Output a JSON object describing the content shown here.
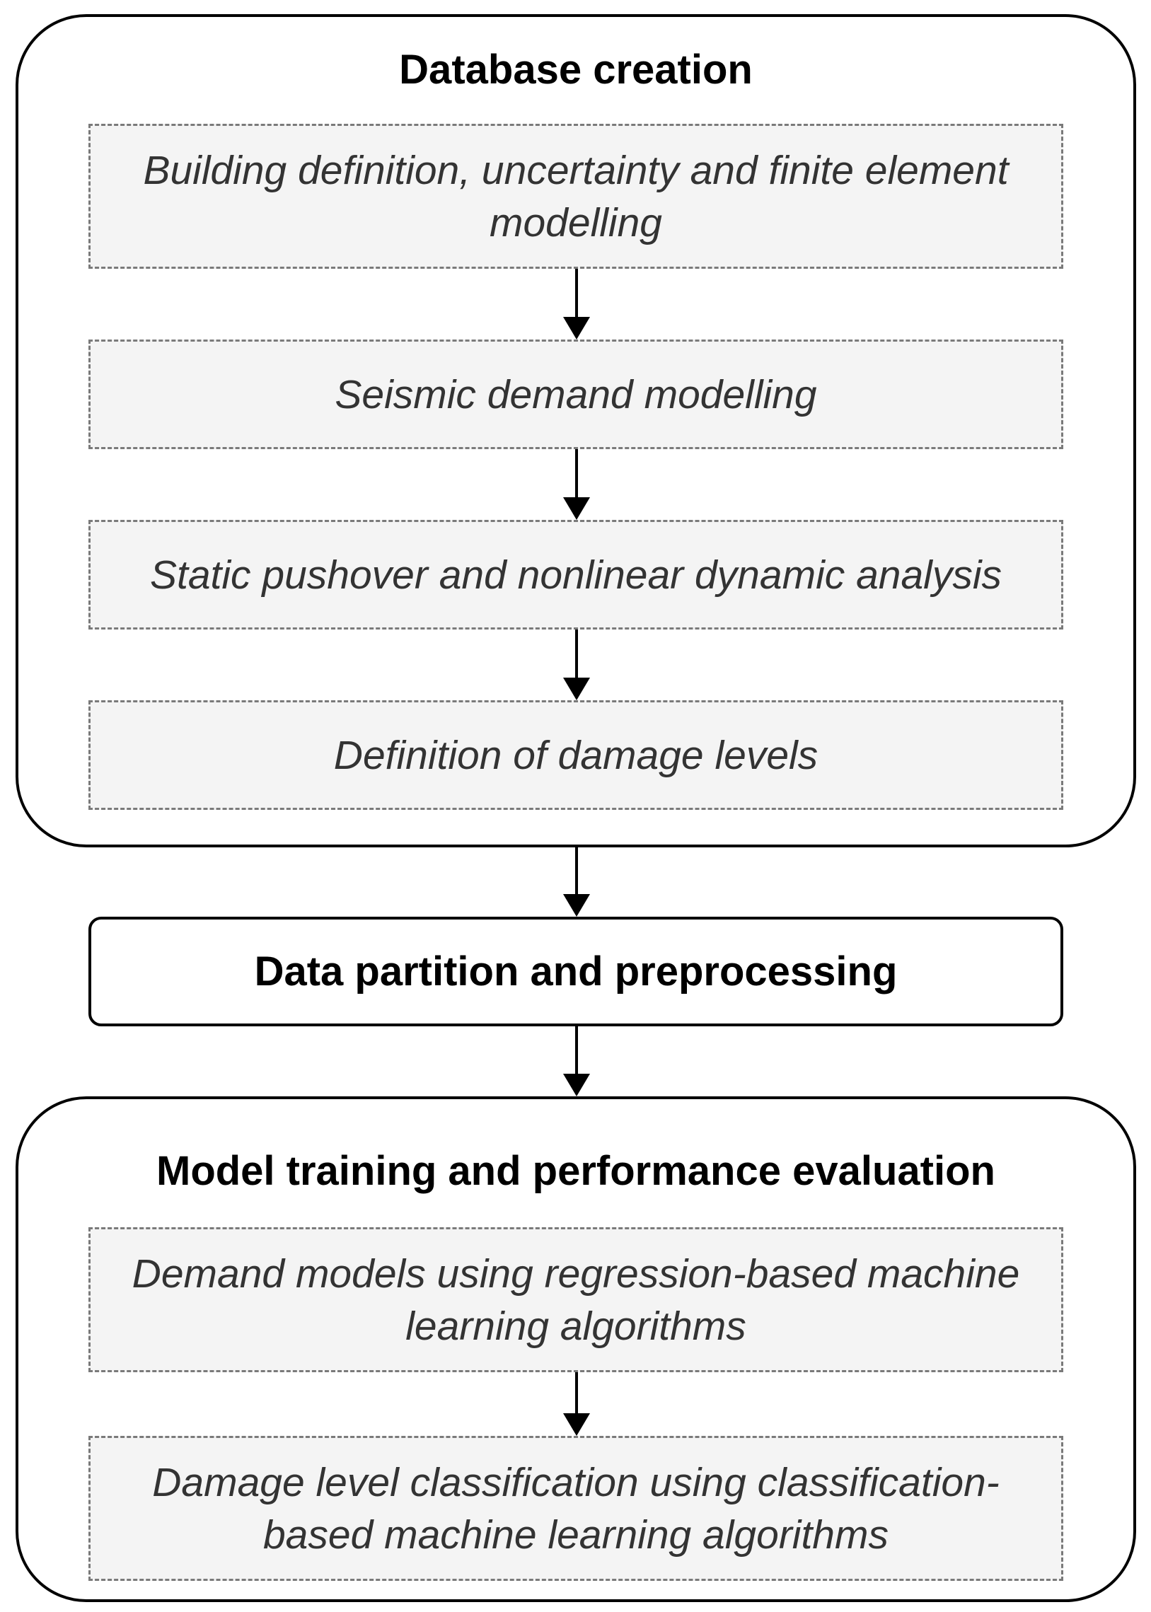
{
  "groups": {
    "database": {
      "title": "Database creation",
      "steps": [
        {
          "label": "Building definition, uncertainty and finite element modelling"
        },
        {
          "label": "Seismic demand modelling"
        },
        {
          "label": "Static pushover and nonlinear dynamic analysis"
        },
        {
          "label": "Definition of damage levels"
        }
      ]
    },
    "partition": {
      "label": "Data partition and preprocessing"
    },
    "training": {
      "title": "Model training and performance evaluation",
      "steps": [
        {
          "label": "Demand models using regression-based machine learning algorithms"
        },
        {
          "label": "Damage level classification using classification-based machine learning algorithms"
        }
      ]
    }
  },
  "colors": {
    "border": "#000000",
    "dashed_border": "#7a7a7a",
    "step_fill": "#f4f4f4",
    "step_text": "#333333"
  }
}
